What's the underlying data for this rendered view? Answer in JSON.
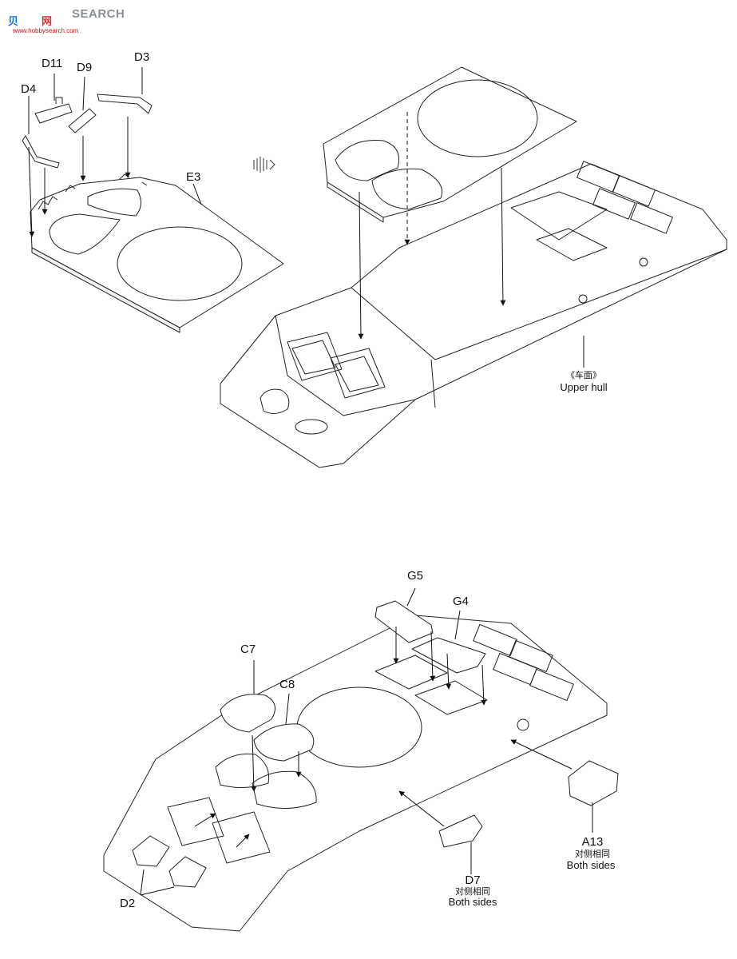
{
  "watermark": {
    "chars": [
      "贝",
      "网"
    ],
    "text": "SEARCH",
    "url": "www.hobbysearch.com"
  },
  "step1": {
    "parts": {
      "d11": "D11",
      "d9": "D9",
      "d3": "D3",
      "d4": "D4",
      "e3": "E3"
    },
    "hull_label_cn": "《车面》",
    "hull_label_en": "Upper hull"
  },
  "step2": {
    "parts": {
      "g5": "G5",
      "g4": "G4",
      "c7": "C7",
      "c8": "C8",
      "a13": "A13",
      "d7": "D7",
      "d2": "D2"
    },
    "a13_note_cn": "对侧相同",
    "a13_note_en": "Both sides",
    "d7_note_cn": "对侧相同",
    "d7_note_en": "Both sides"
  }
}
